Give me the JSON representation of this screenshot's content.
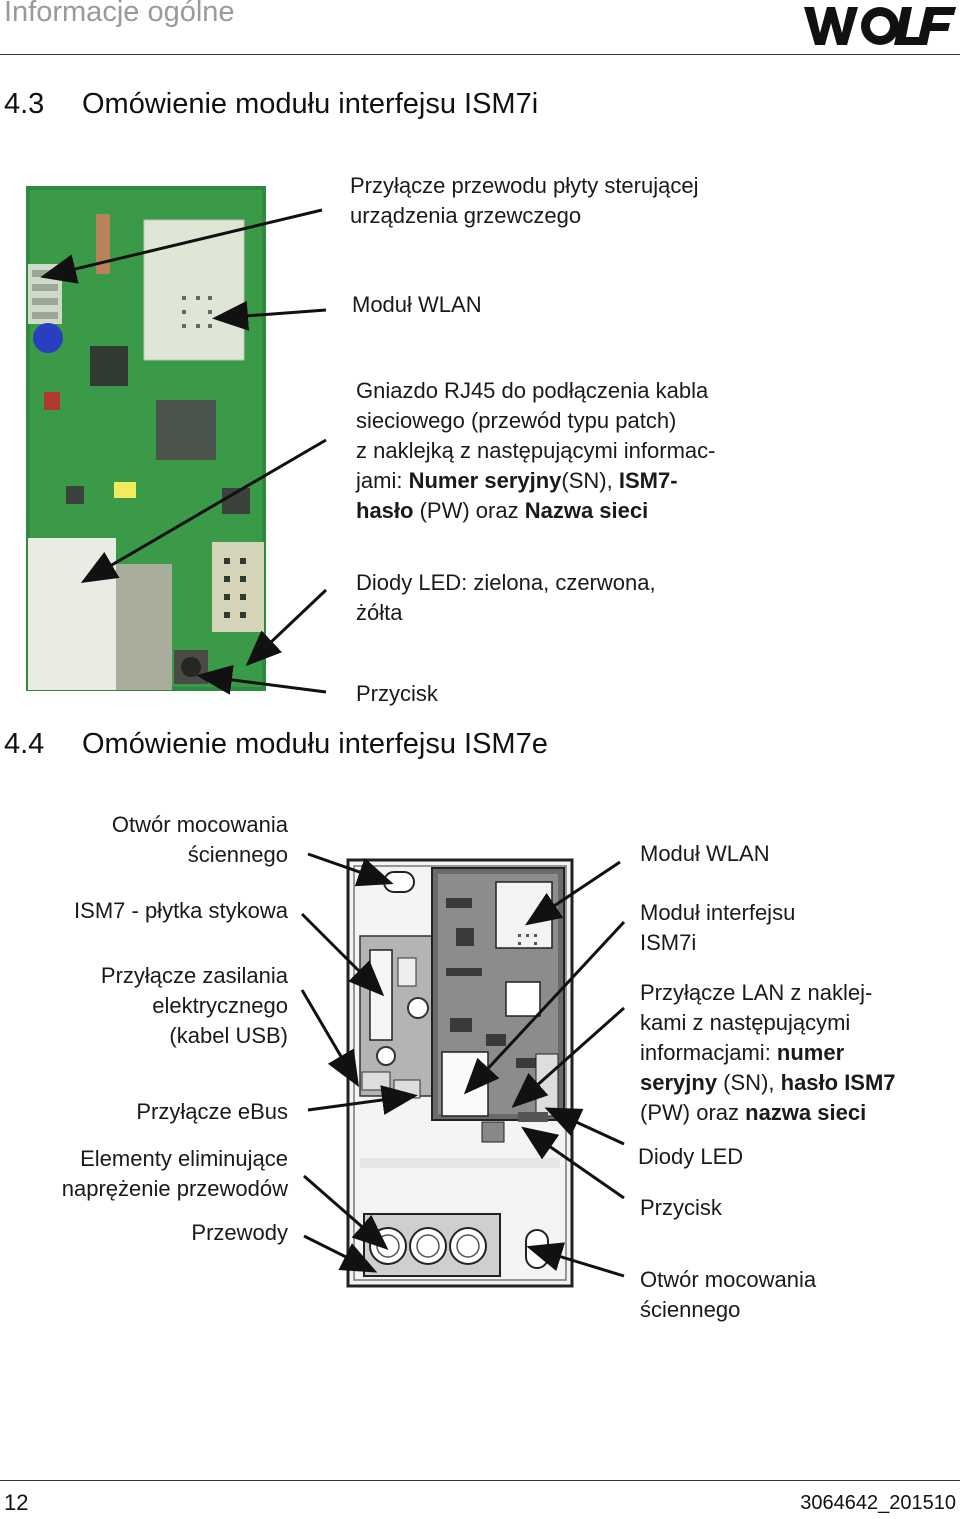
{
  "header": {
    "title": "Informacje ogólne",
    "logo_text": "WOLF"
  },
  "section_a": {
    "number": "4.3",
    "title": "Omówienie modułu interfejsu ISM7i",
    "labels": {
      "plyta_1": "Przyłącze przewodu płyty sterującej",
      "plyta_2": "urządzenia grzewczego",
      "wlan": "Moduł WLAN",
      "rj45_1": "Gniazdo RJ45 do podłączenia kabla",
      "rj45_2": "sieciowego (przewód typu patch)",
      "rj45_3": "z naklejką z następującymi informac-",
      "rj45_4a": "jami: ",
      "rj45_4b": "Numer seryjny",
      "rj45_4c": "(SN), ",
      "rj45_4d": "ISM7-",
      "rj45_5a": "hasło",
      "rj45_5b": " (PW) oraz ",
      "rj45_5c": "Nazwa sieci",
      "led_1": "Diody LED: zielona, czerwona,",
      "led_2": "żółta",
      "przycisk": "Przycisk"
    }
  },
  "section_b": {
    "number": "4.4",
    "title": "Omówienie modułu interfejsu ISM7e",
    "left_labels": {
      "otwor_1": "Otwór mocowania",
      "otwor_2": "ściennego",
      "plytka": "ISM7 - płytka stykowa",
      "zasil_1": "Przyłącze zasilania",
      "zasil_2": "elektrycznego",
      "zasil_3": "(kabel USB)",
      "ebus": "Przyłącze eBus",
      "elem_1": "Elementy eliminujące",
      "elem_2": "naprężenie przewodów",
      "przewody": "Przewody"
    },
    "right_labels": {
      "wlan": "Moduł WLAN",
      "interfejs_1": "Moduł interfejsu",
      "interfejs_2": "ISM7i",
      "lan_1": "Przyłącze LAN z naklej-",
      "lan_2": "kami z następującymi",
      "lan_3a": "informacjami: ",
      "lan_3b": "numer",
      "lan_4a": "seryjny",
      "lan_4b": " (SN), ",
      "lan_4c": "hasło ISM7",
      "lan_5a": "(PW) oraz ",
      "lan_5b": "nazwa sieci",
      "led": "Diody LED",
      "przycisk": "Przycisk",
      "otwor_1": "Otwór mocowania",
      "otwor_2": "ściennego"
    }
  },
  "footer": {
    "page_number": "12",
    "doc_code": "3064642_201510"
  }
}
